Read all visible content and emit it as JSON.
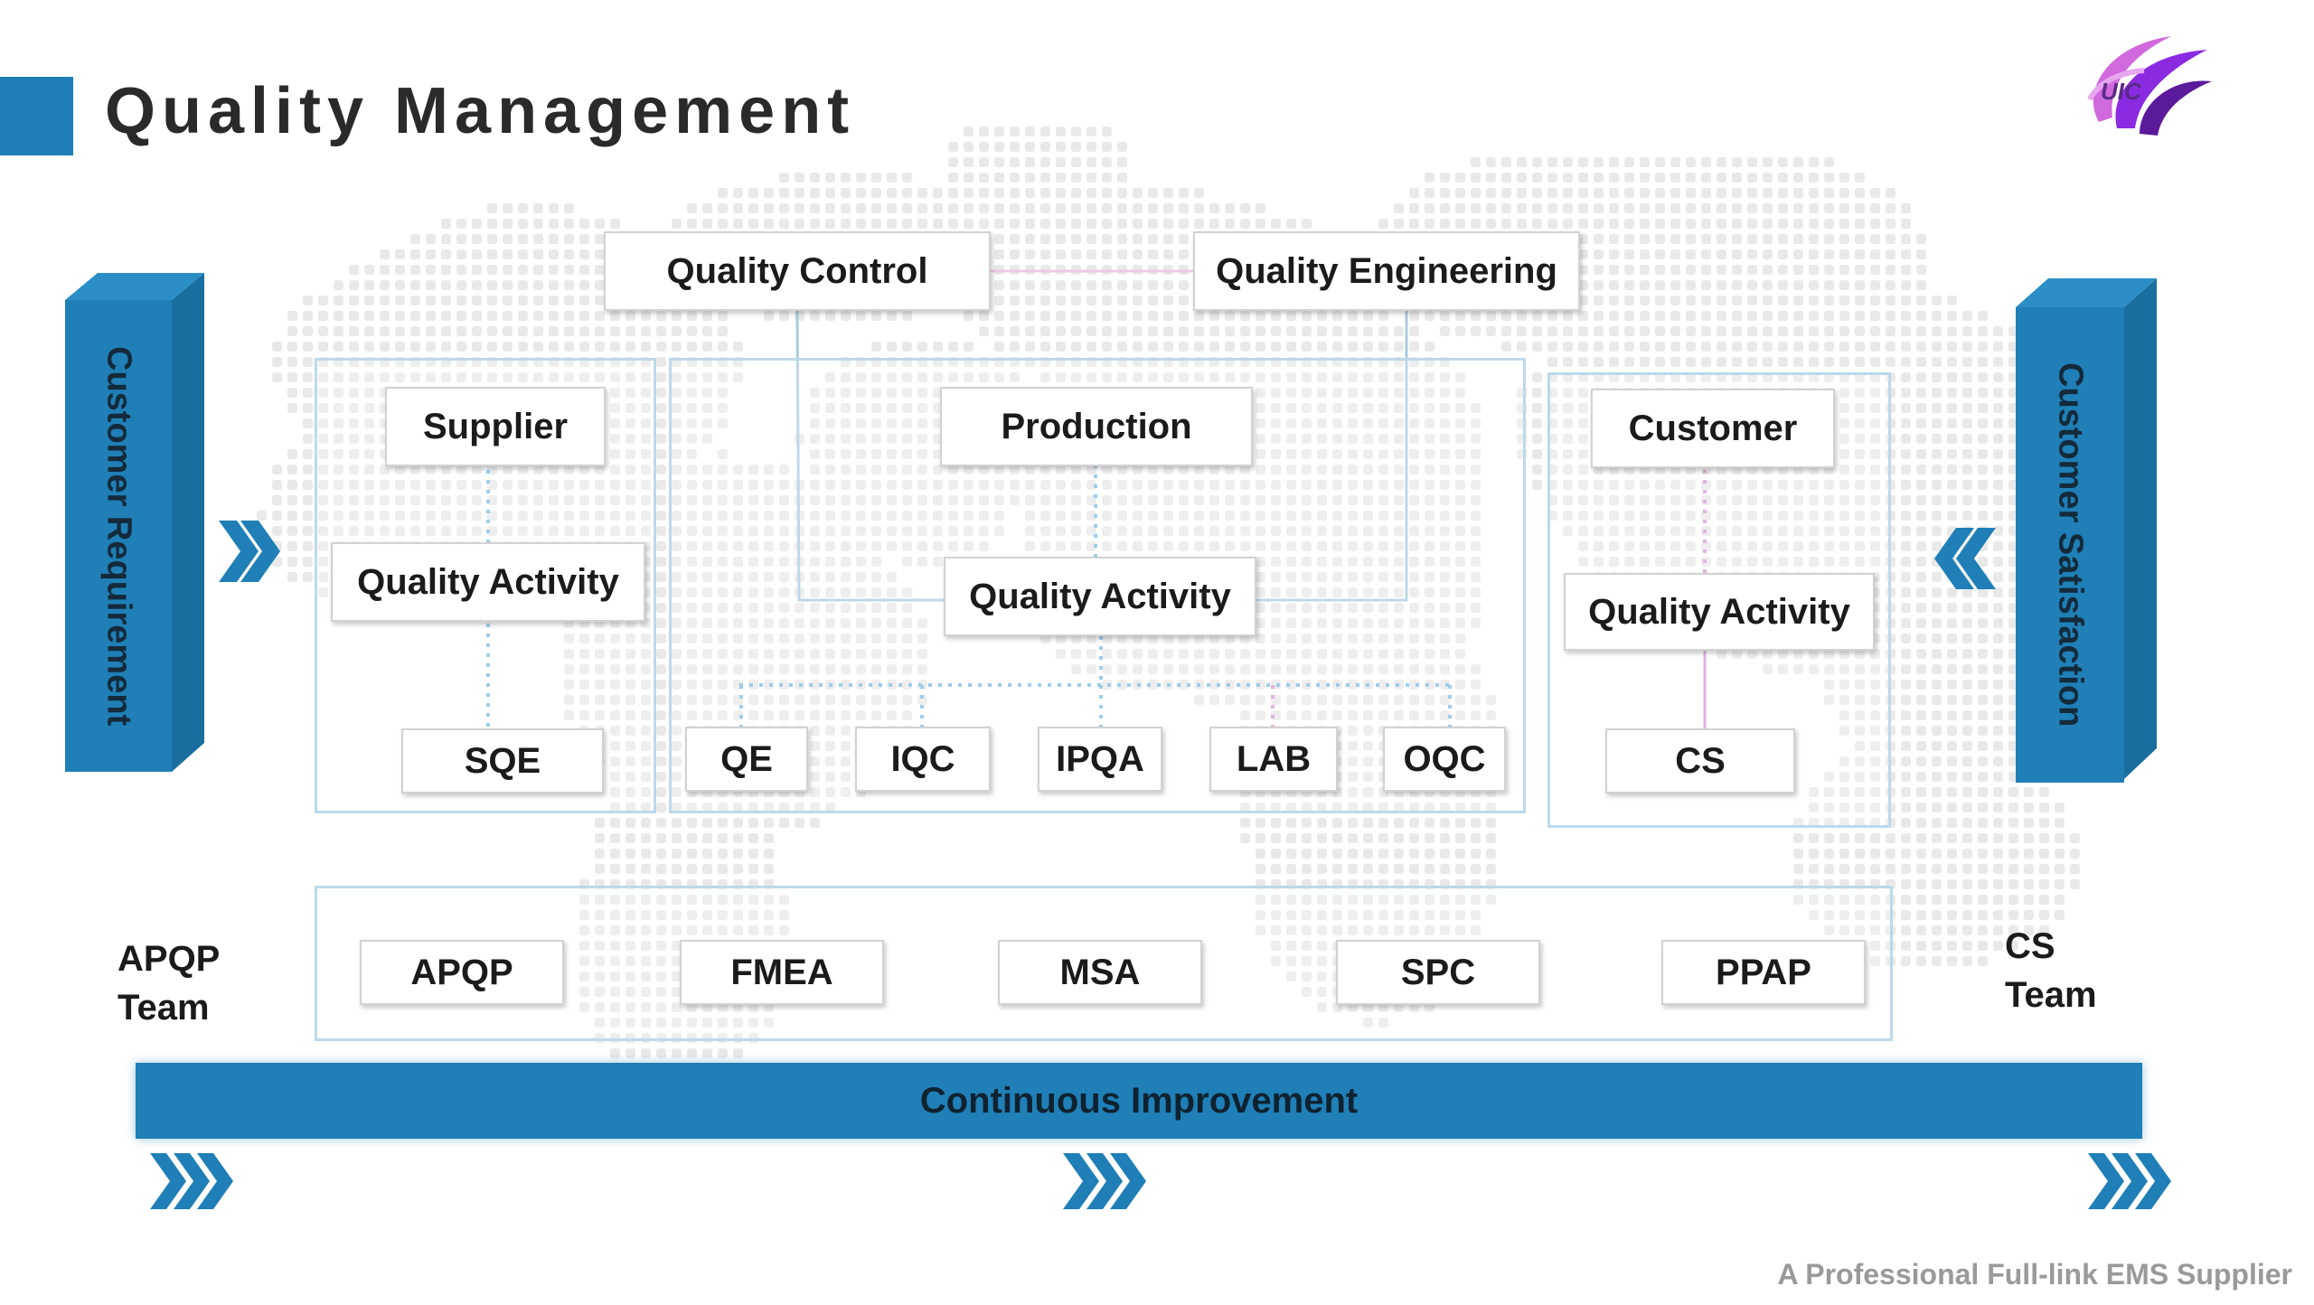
{
  "title": "Quality Management",
  "logo_text": "UIC",
  "pillars": {
    "left": "Customer Requirement",
    "right": "Customer Satisfaction"
  },
  "top_boxes": {
    "quality_control": "Quality Control",
    "quality_engineering": "Quality Engineering"
  },
  "columns": {
    "supplier": {
      "head": "Supplier",
      "activity": "Quality Activity",
      "leaf": "SQE"
    },
    "production": {
      "head": "Production",
      "activity": "Quality Activity",
      "leaves": [
        "QE",
        "IQC",
        "IPQA",
        "LAB",
        "OQC"
      ]
    },
    "customer": {
      "head": "Customer",
      "activity": "Quality Activity",
      "leaf": "CS"
    }
  },
  "tools": [
    "APQP",
    "FMEA",
    "MSA",
    "SPC",
    "PPAP"
  ],
  "teams": {
    "apqp": [
      "APQP",
      "Team"
    ],
    "cs": [
      "CS",
      "Team"
    ]
  },
  "continuous_improvement": "Continuous Improvement",
  "footer": "A Professional Full-link EMS Supplier",
  "colors": {
    "accent": "#1f7fb6",
    "group_border": "#bcd9ea",
    "map_dots": "#e9e9e9",
    "qc_line": "#a9cbe0",
    "qe_link": "#f0c8e6",
    "dotted_blue": "#7fbde0",
    "dotted_pink": "#d89ad8",
    "logo": "#8a2be2"
  }
}
